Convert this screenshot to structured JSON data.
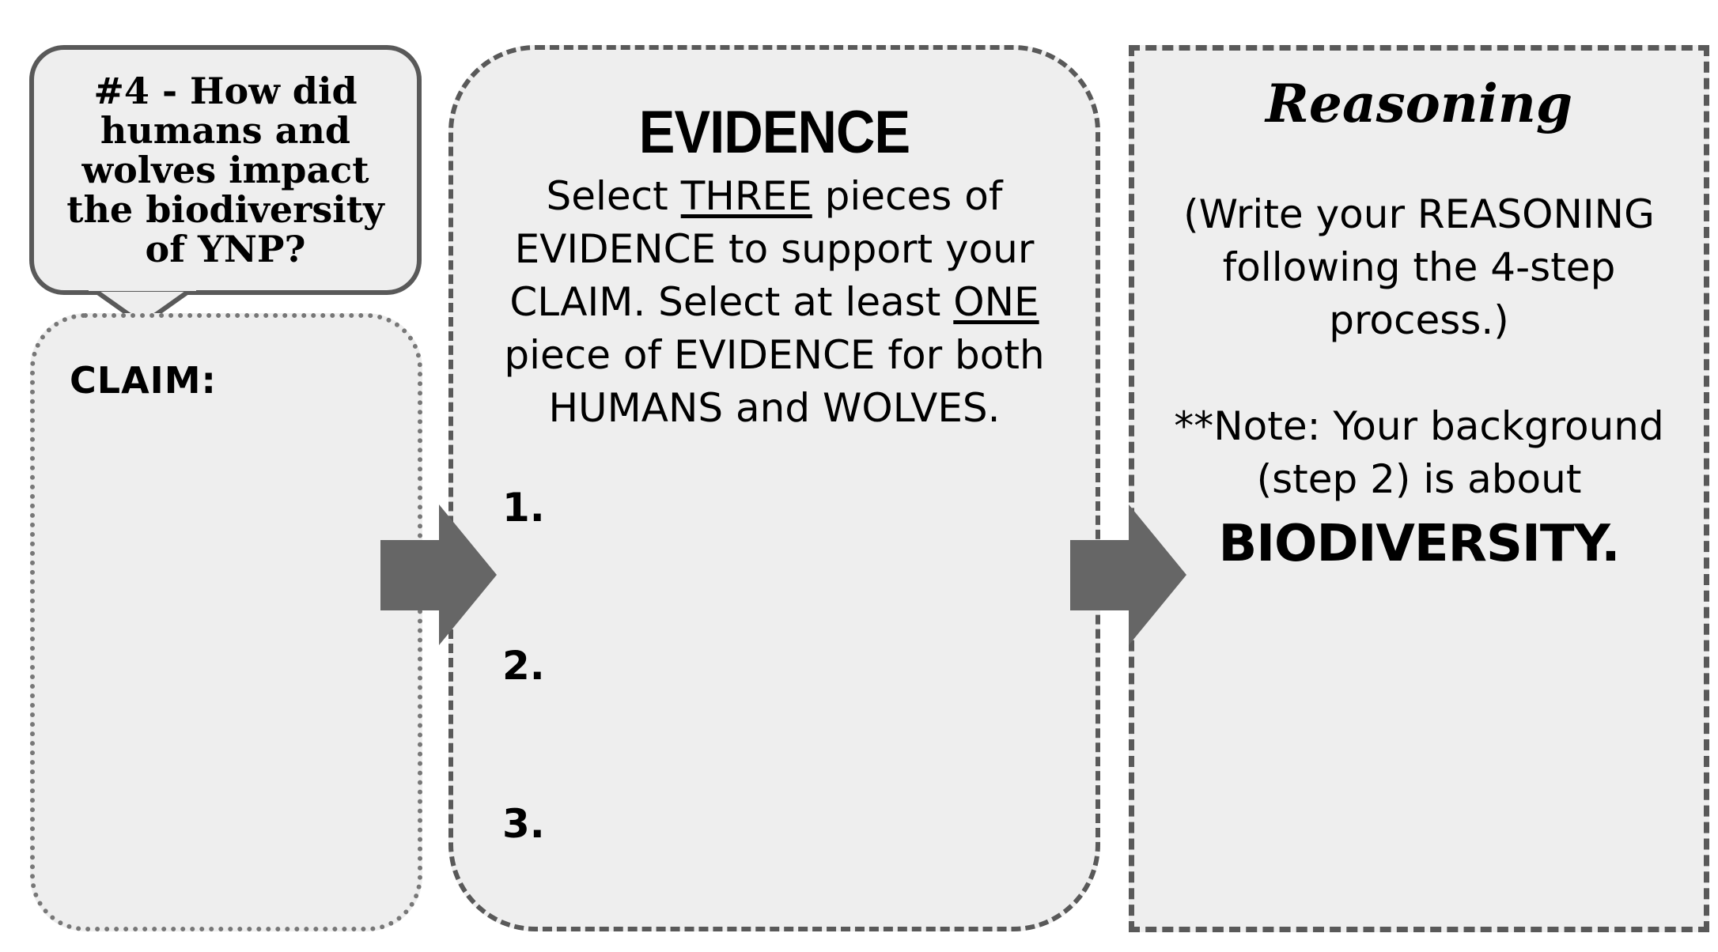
{
  "question": {
    "text": "#4 - How did humans and wolves impact the biodiversity of YNP?"
  },
  "claim": {
    "label": "CLAIM:"
  },
  "evidence": {
    "title": "EVIDENCE",
    "instructions": {
      "part1": "Select ",
      "three": "THREE",
      "part2": " pieces of EVIDENCE to support your CLAIM. Select at least ",
      "one": "ONE",
      "part3": " piece of EVIDENCE for both HUMANS and WOLVES."
    },
    "items": [
      "1.",
      "2.",
      "3."
    ]
  },
  "reasoning": {
    "title": "Reasoning",
    "instructions": "(Write your REASONING following the 4-step process.)",
    "note": "**Note: Your background (step 2) is about",
    "emphasis": "BIODIVERSITY."
  },
  "colors": {
    "box_fill": "#eeeeee",
    "border": "#595959",
    "arrow": "#666666"
  }
}
